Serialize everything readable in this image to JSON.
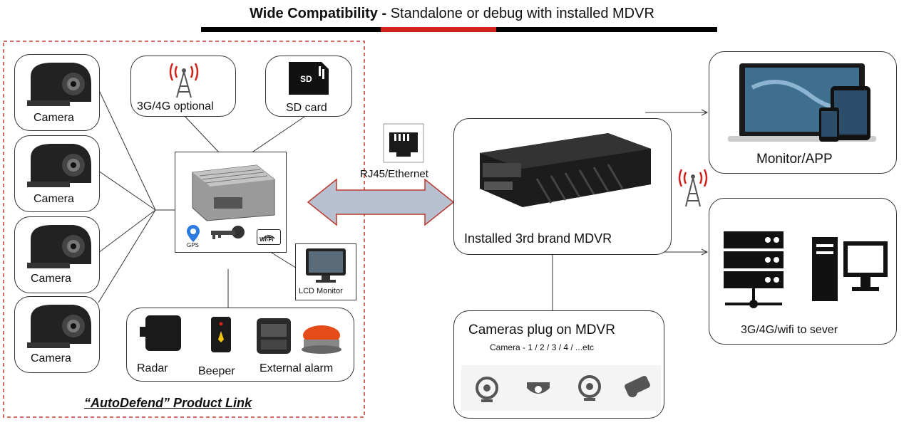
{
  "header": {
    "title_bold": "Wide Compatibility -",
    "title_rest": "Standalone or debug with installed MDVR"
  },
  "left_panel": {
    "cameras": [
      "Camera",
      "Camera",
      "Camera",
      "Camera"
    ],
    "network_label": "3G/4G optional",
    "sd_label": "SD card",
    "gps_label": "GPS",
    "wifi_label": "Wi-Fi",
    "lcd_label": "LCD Monitor",
    "accessories": [
      "Radar",
      "Beeper",
      "External alarm"
    ],
    "footer": "“AutoDefend” Product Link"
  },
  "connection": {
    "label": "RJ45/Ethernet"
  },
  "right_panel": {
    "mdvr_label": "Installed  3rd brand MDVR",
    "monitor_label": "Monitor/APP",
    "server_label": "3G/4G/wifi to sever",
    "cameras_title": "Cameras plug on MDVR",
    "cameras_subtitle": "Camera - 1 / 2 / 3 / 4 / ...etc"
  },
  "colors": {
    "accent_red": "#d0231c",
    "arrow_fill": "#b7c0d0",
    "dashed_border": "#c0392b"
  }
}
